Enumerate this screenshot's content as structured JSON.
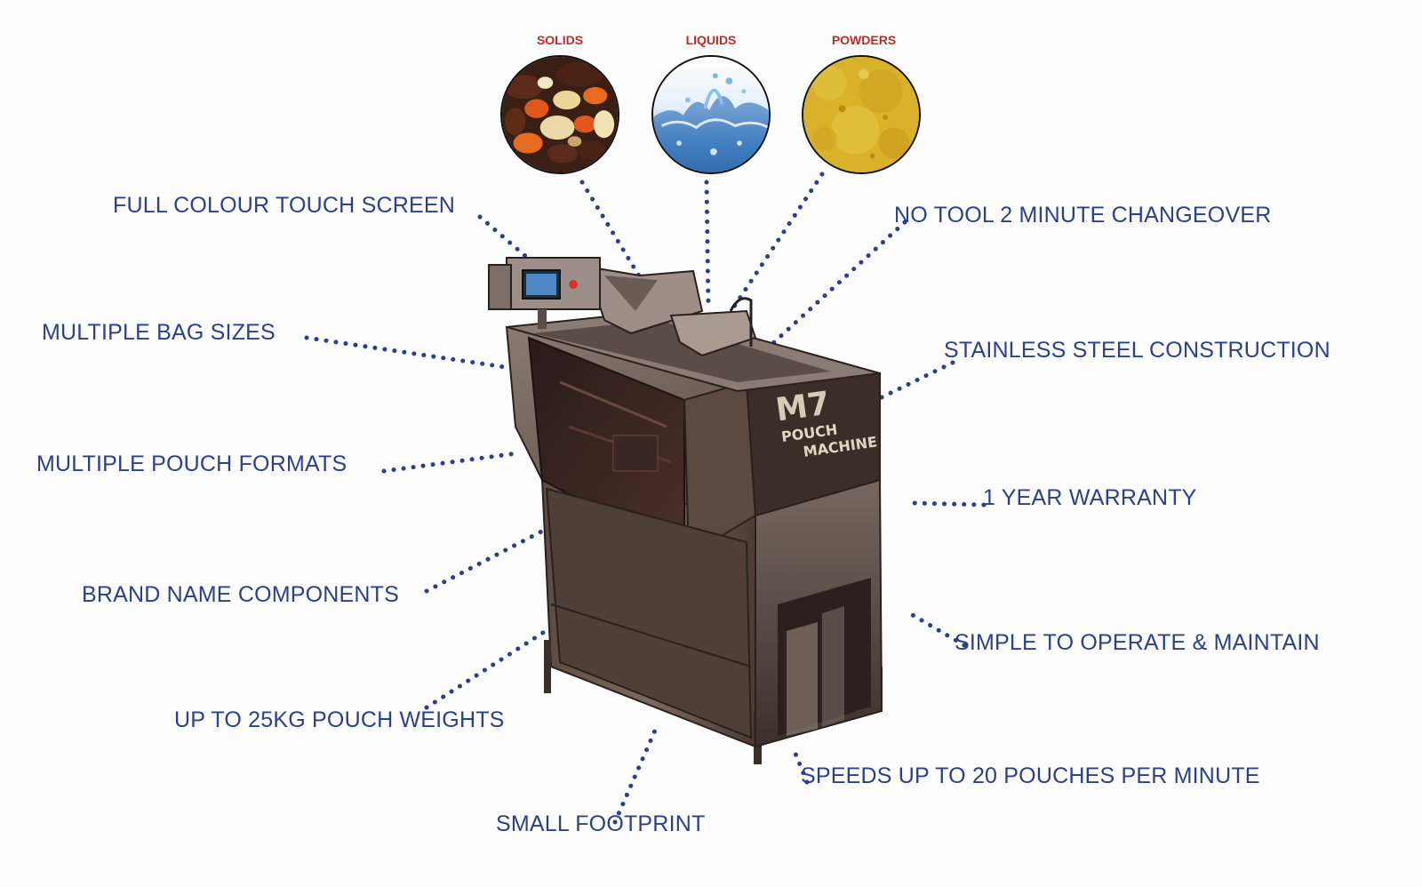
{
  "materials": [
    {
      "label": "SOLIDS",
      "icon": "dried-fruit-image"
    },
    {
      "label": "LIQUIDS",
      "icon": "water-splash-image"
    },
    {
      "label": "POWDERS",
      "icon": "yellow-powder-image"
    }
  ],
  "features": {
    "touch_screen": "FULL COLOUR TOUCH SCREEN",
    "bag_sizes": "MULTIPLE BAG SIZES",
    "pouch_formats": "MULTIPLE POUCH FORMATS",
    "brand_components": "BRAND NAME COMPONENTS",
    "pouch_weights": "UP TO 25KG POUCH WEIGHTS",
    "footprint": "SMALL FOOTPRINT",
    "changeover": "NO TOOL 2 MINUTE CHANGEOVER",
    "stainless": "STAINLESS STEEL CONSTRUCTION",
    "warranty": "1 YEAR WARRANTY",
    "simple": "SIMPLE TO OPERATE & MAINTAIN",
    "speeds": "SPEEDS UP TO 20 POUCHES PER MINUTE"
  },
  "machine": {
    "logo_line1": "M7",
    "logo_line2": "POUCH",
    "logo_line3": "MACHINE"
  },
  "colors": {
    "feature_text": "#2b3f8e",
    "leader_dots": "#2b3f8e",
    "material_label": "#c62828"
  }
}
